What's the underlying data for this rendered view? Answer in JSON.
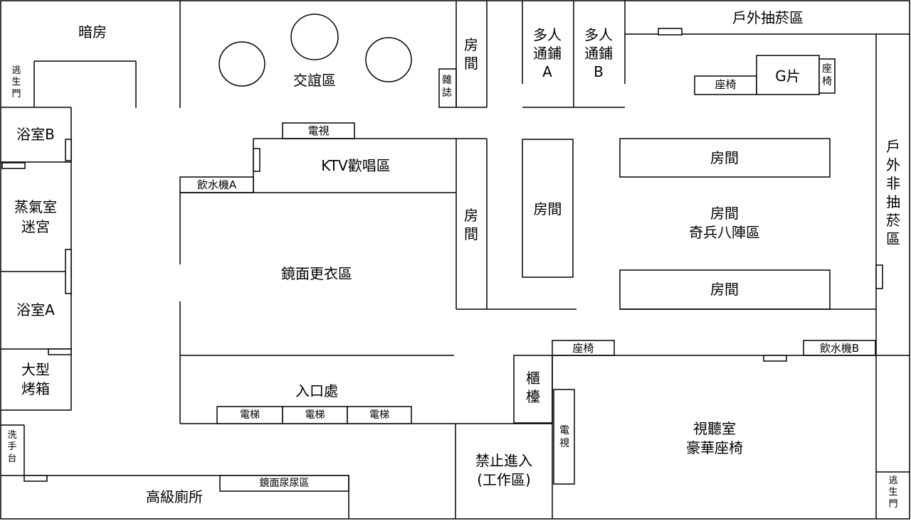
{
  "labels": {
    "darkroom": "暗房",
    "social_area": "交誼區",
    "room_upper_left": "房間",
    "magazine": "雜誌",
    "dorm_a": "多人通鋪A",
    "dorm_b": "多人通鋪B",
    "outdoor_smoking": "戶外抽菸區",
    "seat_upper": "座椅",
    "g_film": "G片",
    "seat_small": "座椅",
    "exit_left": "逃生門",
    "bath_b": "浴室B",
    "tv_top": "電視",
    "ktv": "KTV歡唱區",
    "water_a": "飲水機A",
    "steam_maze_1": "蒸氣室",
    "steam_maze_2": "迷宮",
    "mirror_locker": "鏡面更衣區",
    "room_mid": "房間",
    "room_center": "房間",
    "room_right_top": "房間",
    "room_maze_1": "房間",
    "room_maze_2": "奇兵八陣區",
    "room_right_bottom": "房間",
    "outdoor_nonsmoking": "戶外非抽菸區",
    "bath_a": "浴室A",
    "oven_1": "大型",
    "oven_2": "烤箱",
    "entrance": "入口處",
    "elevator_1": "電梯",
    "elevator_2": "電梯",
    "elevator_3": "電梯",
    "counter": "櫃檯",
    "seat_lower": "座椅",
    "water_b": "飲水機B",
    "tv_side": "電視",
    "av_room_1": "視聽室",
    "av_room_2": "豪華座椅",
    "no_entry_1": "禁止進入",
    "no_entry_2": "(工作區)",
    "sink": "洗手台",
    "mirror_urinal": "鏡面尿尿區",
    "toilet": "高級廁所",
    "exit_right": "逃生門"
  }
}
